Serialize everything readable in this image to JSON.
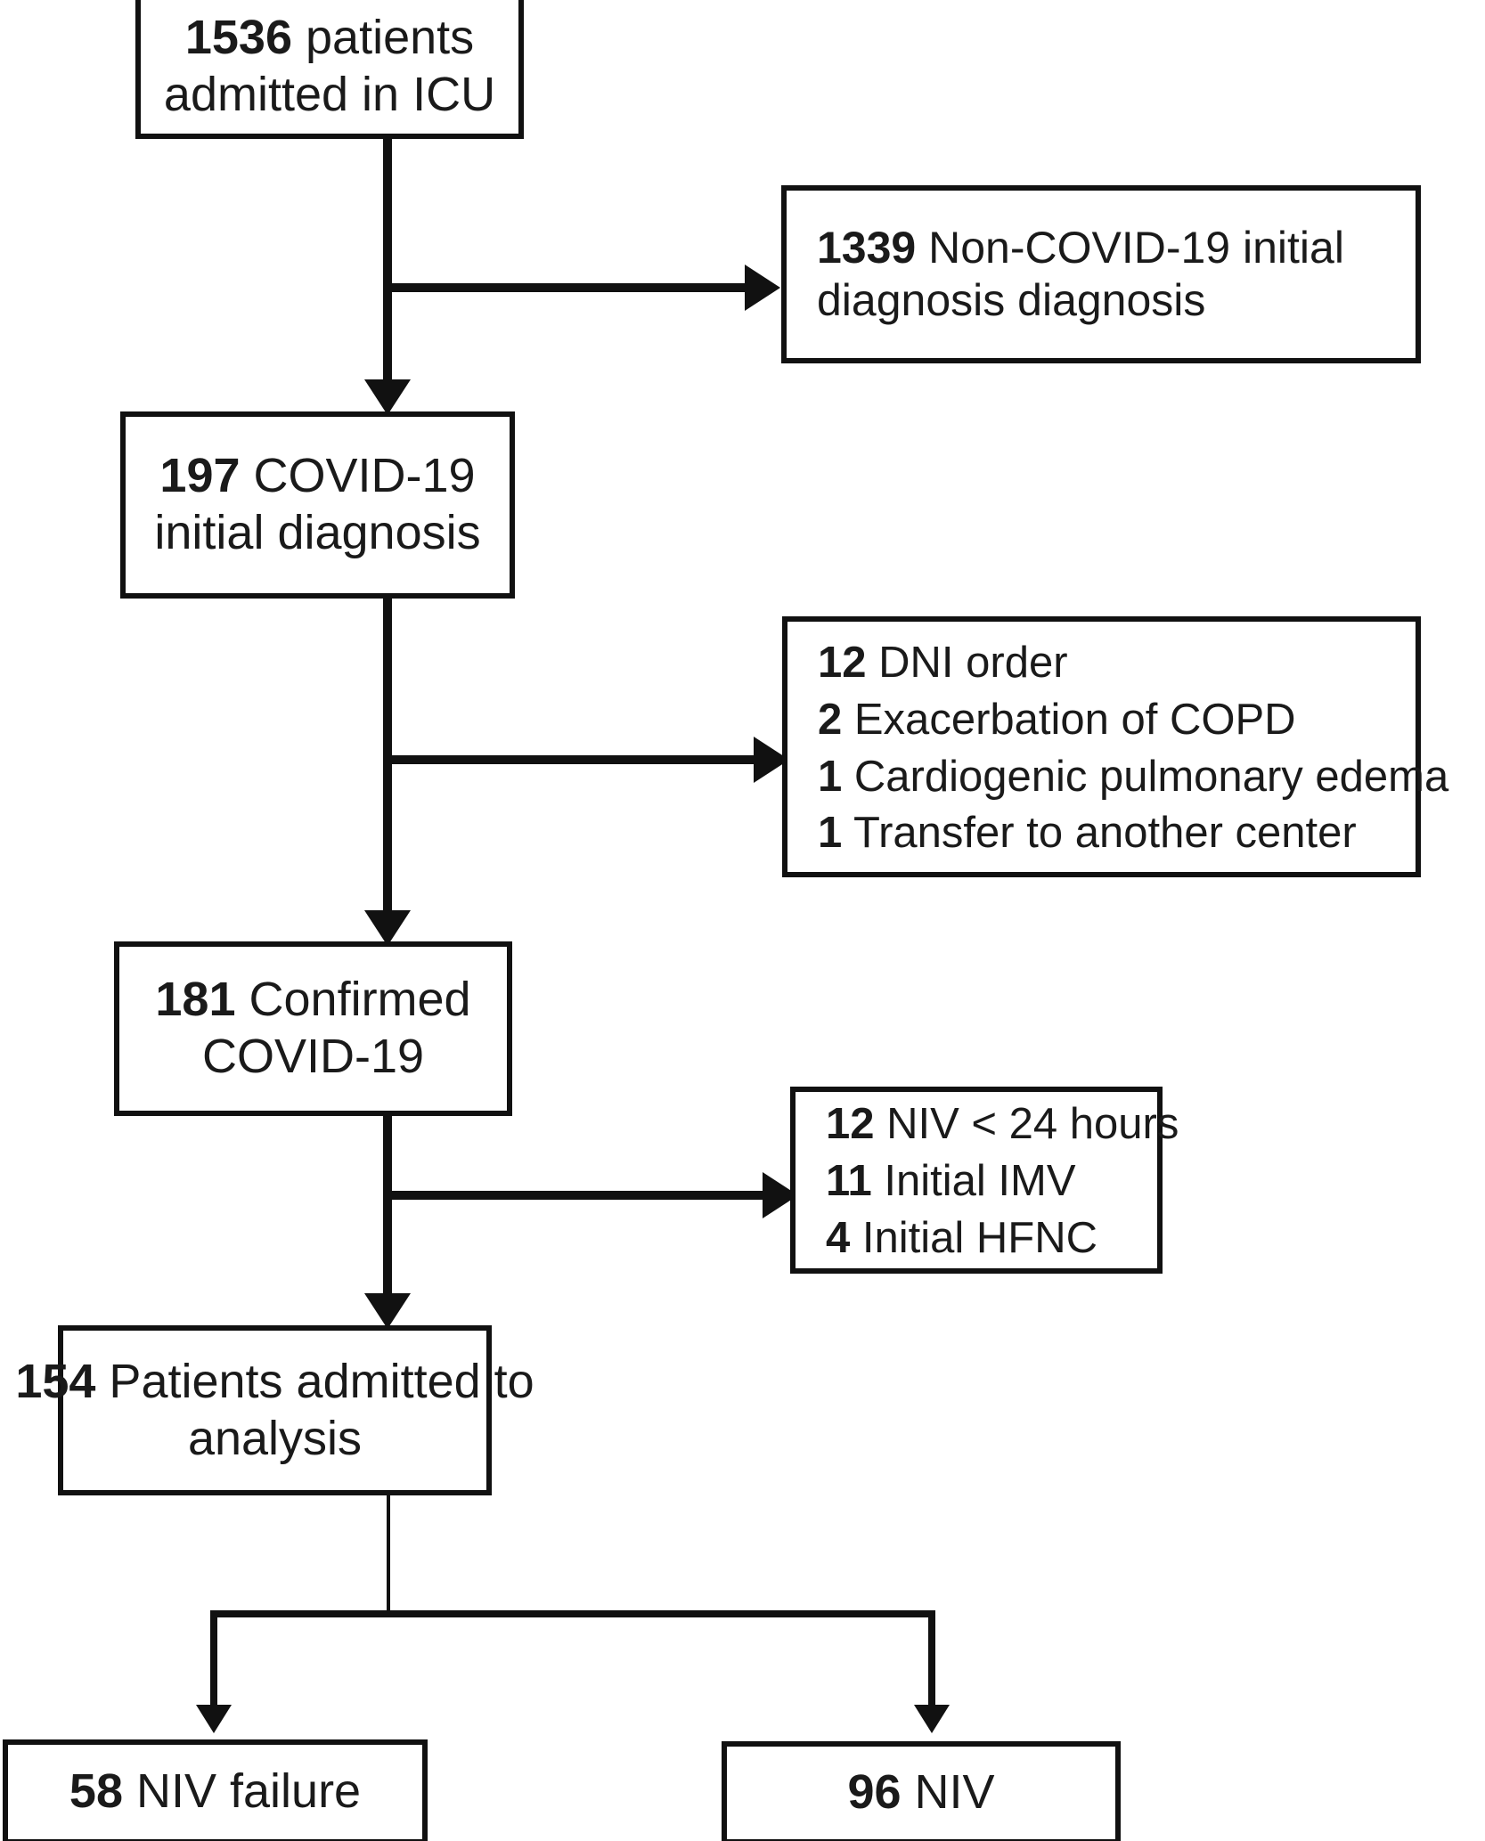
{
  "diagram": {
    "type": "flowchart",
    "title": "Patient selection flow diagram",
    "colors": {
      "stroke": "#111111",
      "background": "#ffffff",
      "text": "#1a1a1a"
    },
    "nodes": {
      "admitted": {
        "count": "1536",
        "line1_num": "1536",
        "line1_text": " patients",
        "line2": "admitted in ICU"
      },
      "non_covid_excluded": {
        "line1_num": "1339",
        "line1_text": " Non-COVID-19 initial",
        "line2": "diagnosis diagnosis"
      },
      "covid_initial": {
        "line1_num": "197",
        "line1_text": " COVID-19",
        "line2": "initial diagnosis"
      },
      "exclusions_second": {
        "items": [
          {
            "num": "12",
            "text": " DNI order"
          },
          {
            "num": "2",
            "text": "  Exacerbation of COPD"
          },
          {
            "num": "1",
            "text": " Cardiogenic pulmonary edema"
          },
          {
            "num": "1",
            "text": " Transfer to another center"
          }
        ]
      },
      "confirmed_covid": {
        "line1_num": "181",
        "line1_text": " Confirmed",
        "line2": "COVID-19"
      },
      "exclusions_third": {
        "items": [
          {
            "num": "12",
            "text": " NIV < 24 hours"
          },
          {
            "num": "11",
            "text": " Initial IMV"
          },
          {
            "num": "4",
            "text": " Initial HFNC"
          }
        ]
      },
      "analysis": {
        "line1_num": "154",
        "line1_text": " Patients admitted to",
        "line2": "analysis"
      },
      "niv_failure": {
        "num": "58",
        "text": " NIV failure"
      },
      "niv": {
        "num": "96",
        "text": " NIV"
      }
    }
  }
}
